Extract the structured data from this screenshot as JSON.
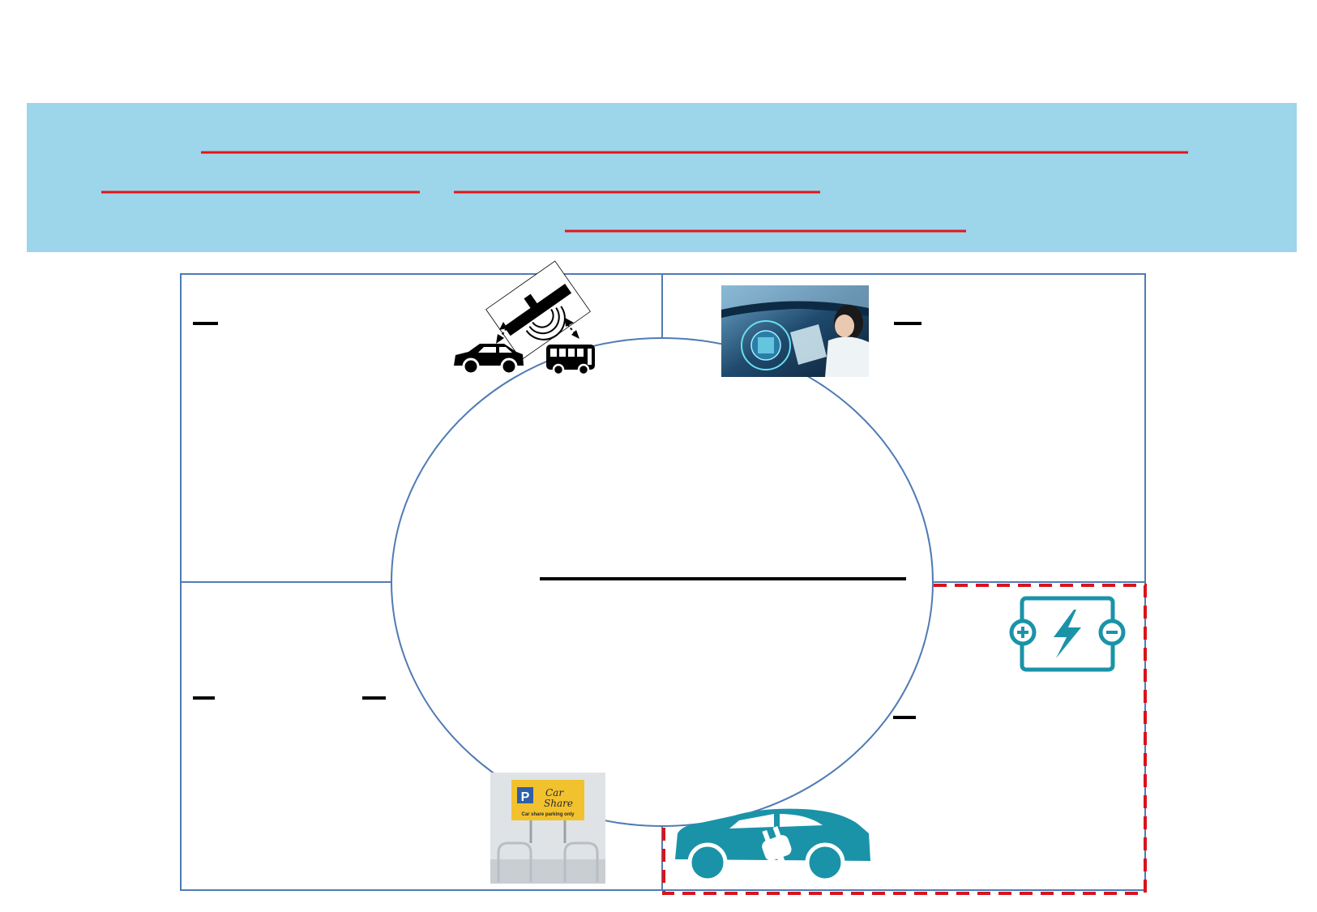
{
  "colors": {
    "banner_bg": "#9dd5ea",
    "underline": "#e3151a",
    "frame": "#4f7bb5",
    "ev_teal": "#1a93a8",
    "dash_red": "#d9141b",
    "ink": "#000000"
  },
  "icons": {
    "satellite": "satellite-icon",
    "car": "car-icon",
    "bus": "bus-icon",
    "autonomous_cabin": "autonomous-cabin-photo",
    "battery": "battery-icon",
    "electric_car": "electric-car-plug-icon",
    "carshare_sign": "car-share-sign-photo"
  },
  "carshare_sign": {
    "p_letter": "P",
    "line1": "Car",
    "line2": "Share",
    "line3": "Car share parking only"
  }
}
